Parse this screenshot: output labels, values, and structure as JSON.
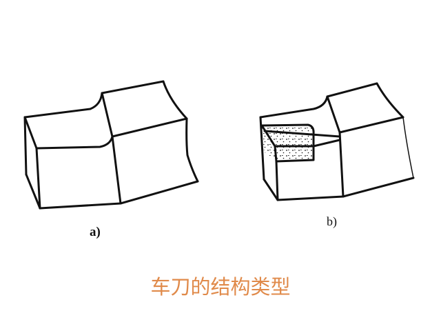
{
  "figures": [
    {
      "id": "a",
      "label": "a)",
      "description": "Integral turning tool (solid body)"
    },
    {
      "id": "b",
      "label": "b)",
      "description": "Turning tool with brazed insert (dotted shaded tip)"
    }
  ],
  "caption": "车刀的结构类型",
  "colors": {
    "line": "#111111",
    "caption": "#e08a4a",
    "background": "#ffffff",
    "insert_fill": "#ffffff"
  }
}
